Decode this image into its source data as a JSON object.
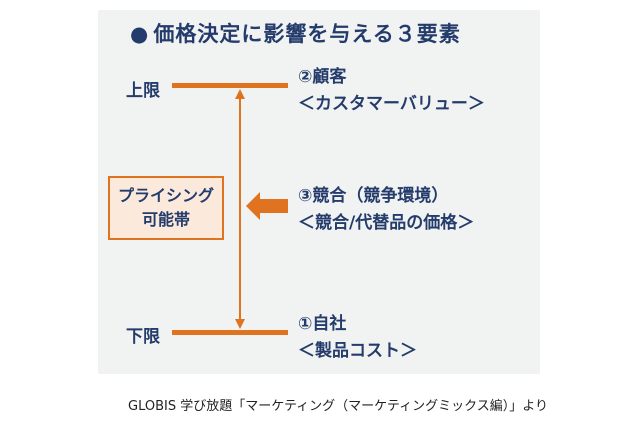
{
  "title": "価格決定に影響を与える３要素",
  "title_bullet": "●",
  "limits": {
    "upper": "上限",
    "lower": "下限"
  },
  "items": {
    "customer": {
      "line1": "②顧客",
      "line2": "＜カスタマーバリュー＞"
    },
    "competition": {
      "line1": "③競合（競争環境）",
      "line2": "＜競合/代替品の価格＞"
    },
    "company": {
      "line1": "①自社",
      "line2": "＜製品コスト＞"
    }
  },
  "pricing_box": {
    "line1": "プライシング",
    "line2": "可能帯"
  },
  "caption": "GLOBIS 学び放題「マーケティング（マーケティングミックス編）」より",
  "colors": {
    "navy": "#243c6b",
    "orange": "#e07320",
    "box_fill": "#fbe9dc",
    "panel": "#f1f2f2"
  }
}
